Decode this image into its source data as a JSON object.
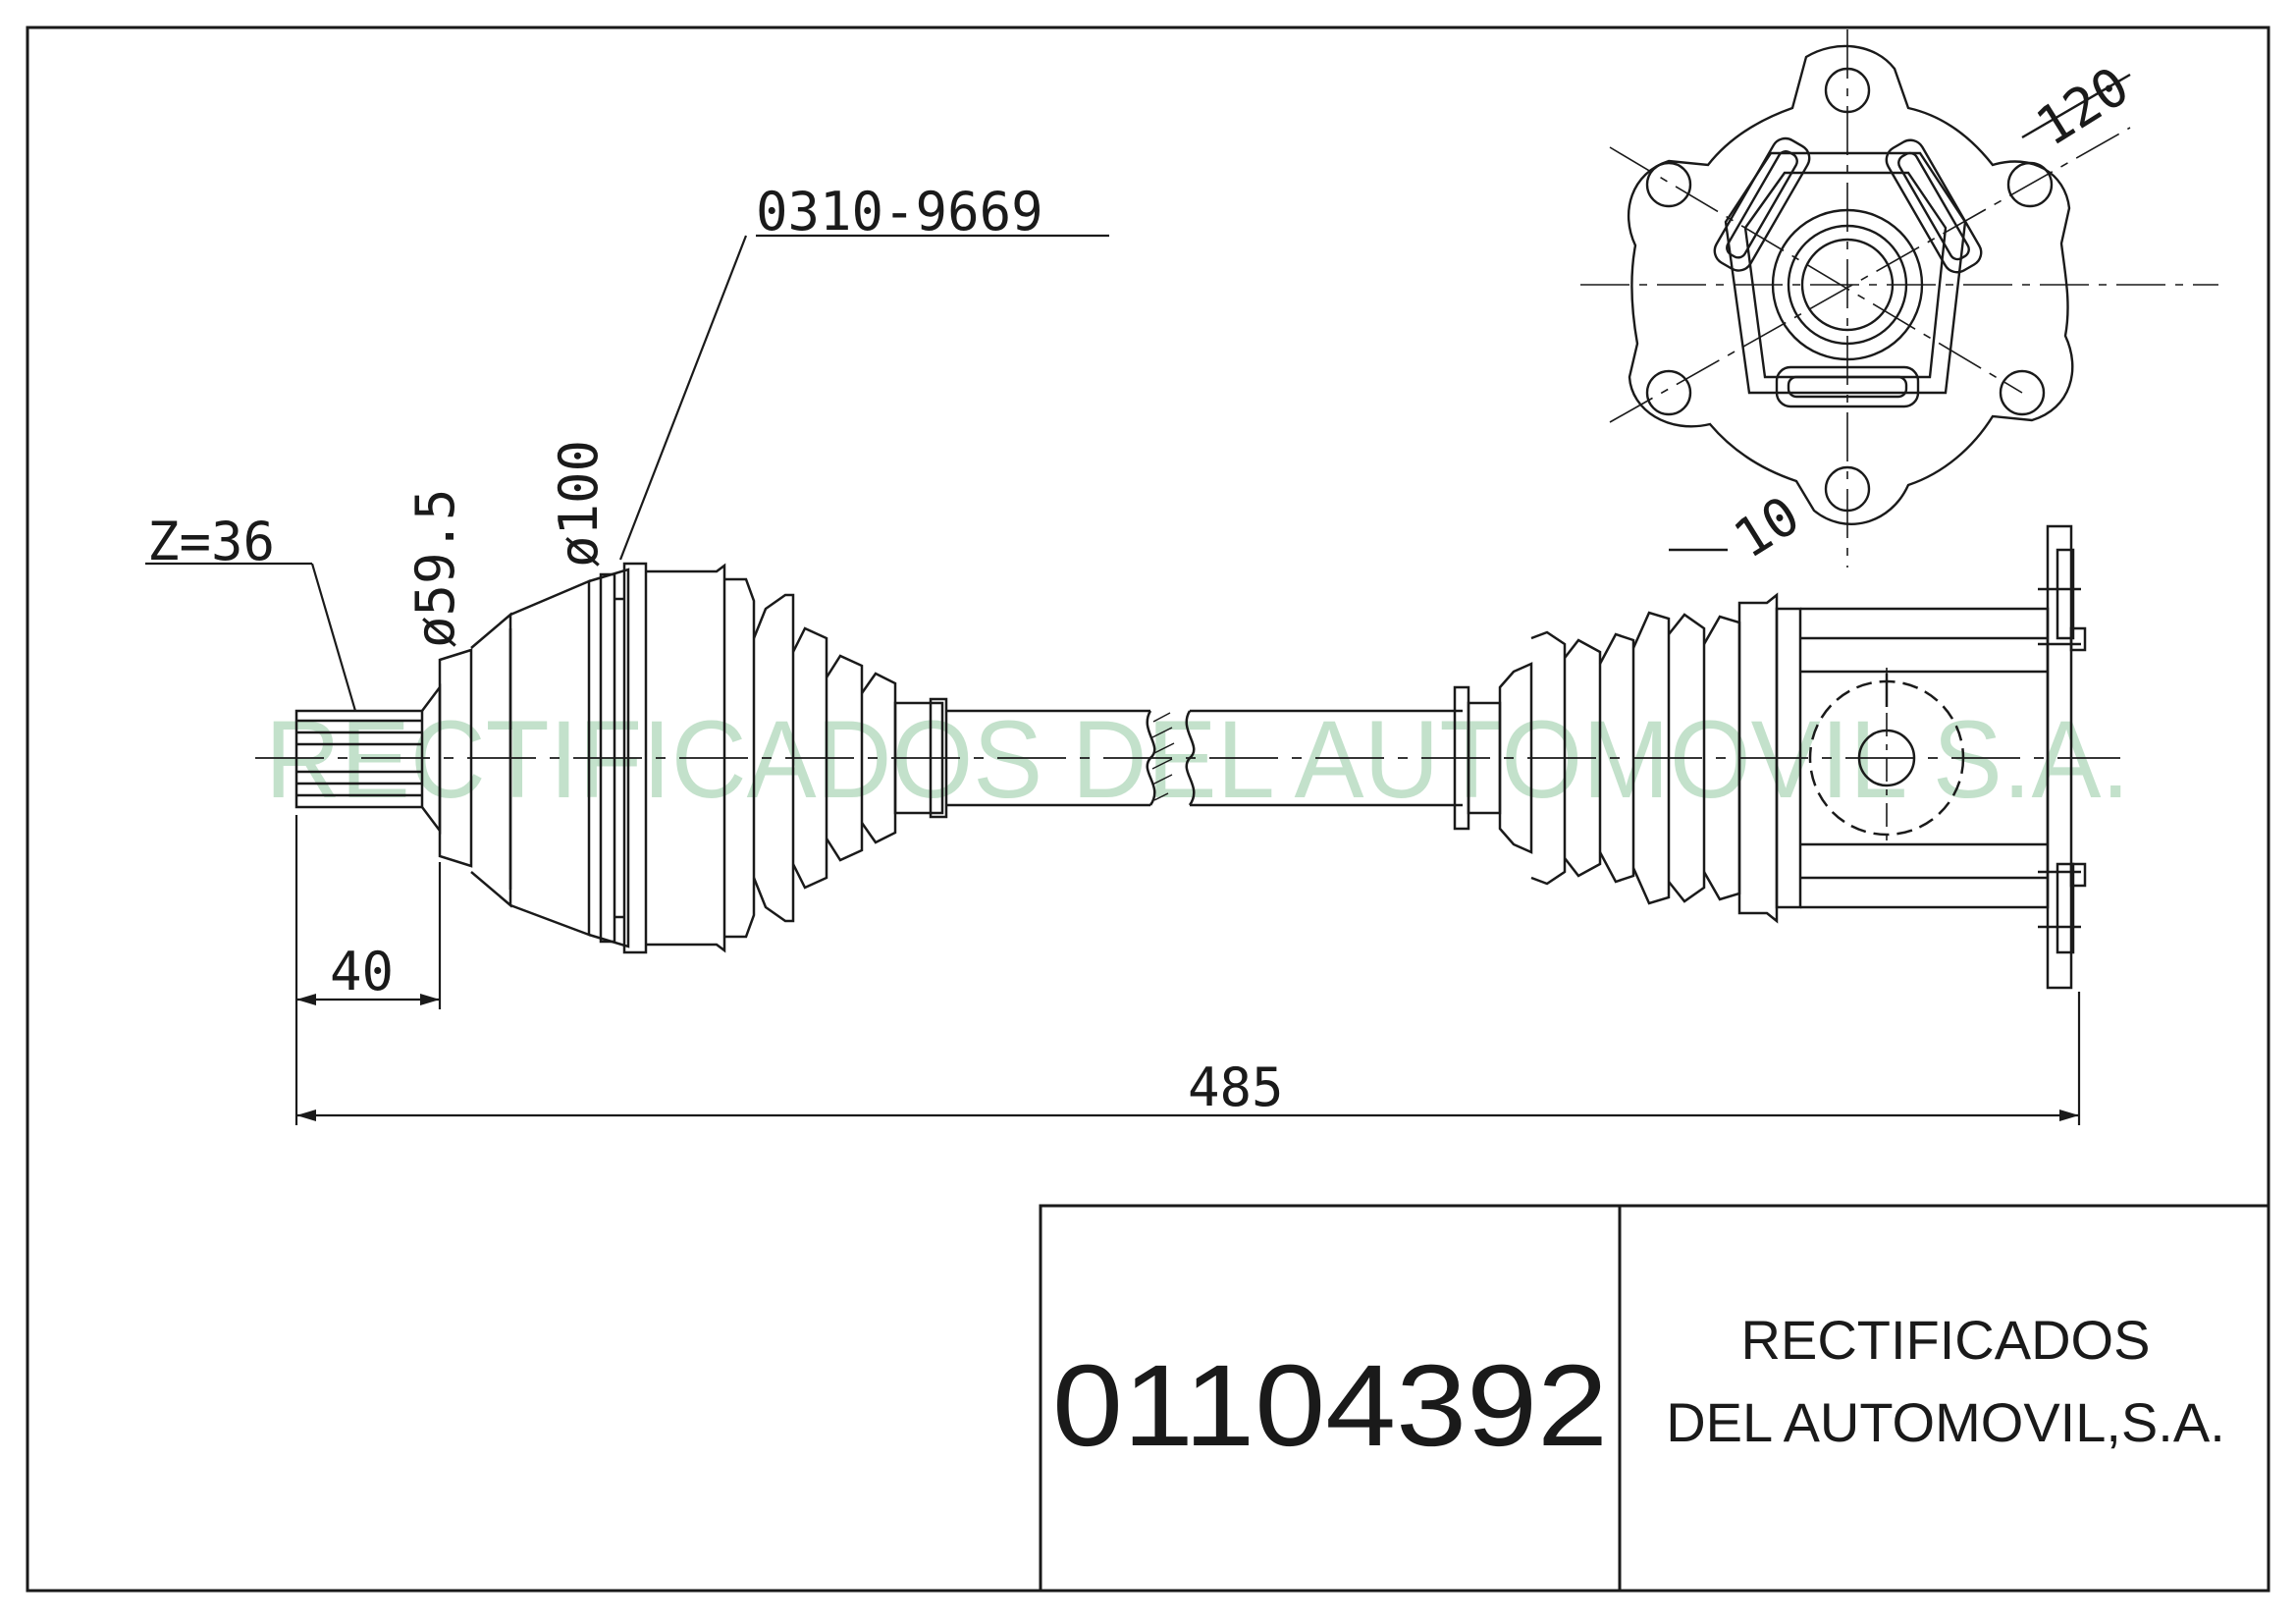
{
  "drawing": {
    "part_label": "0310-9669",
    "spline_label": "Z=36",
    "dia_inner_label": "ø59.5",
    "dia_outer_label": "ø100",
    "dim_short": "40",
    "dim_total": "485",
    "flange_dim_120": "120",
    "flange_dim_10": "10"
  },
  "watermark": {
    "text": "RECTIFICADOS DEL AUTOMOVIL S.A.",
    "color": "#b9dcc2"
  },
  "title_block": {
    "part_number": "01104392",
    "company_line1": "RECTIFICADOS",
    "company_line2": "DEL AUTOMOVIL,S.A."
  },
  "colors": {
    "line": "#1a1a1a",
    "background": "#ffffff"
  }
}
